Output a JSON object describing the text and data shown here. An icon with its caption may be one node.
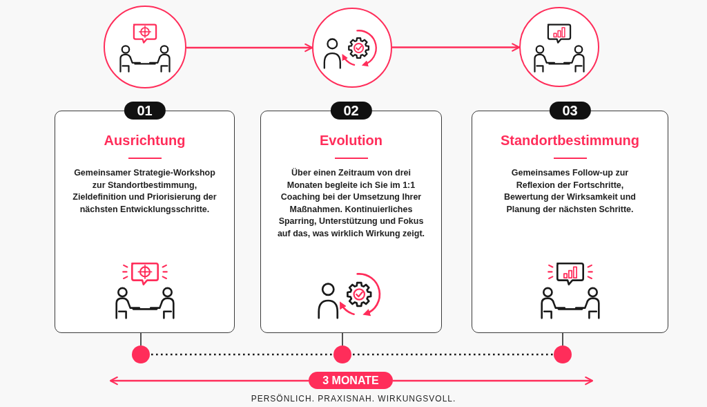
{
  "diagram": {
    "nodes": [
      {
        "text": [],
        "shape": "circle"
      },
      {
        "text": [],
        "shape": "circle"
      },
      {
        "text": [],
        "shape": "circle"
      },
      {
        "text": [
          "01",
          "Ausrichtung",
          "Gemeinsamer Strategie-Workshop zur Standortbestimmung, Zieldefinition und Priorisierung der nächsten Entwicklungsschritte."
        ]
      },
      {
        "text": [
          "02",
          "Evolution",
          "Über einen Zeitraum von drei Monaten begleite ich Sie im 1:1 Coaching bei der Umsetzung Ihrer Maßnahmen. Kontinuierliches Sparring, Unterstützung und Fokus auf das, was wirklich Wirkung zeigt."
        ]
      },
      {
        "text": [
          "03",
          "Standortbestimmung",
          "Gemeinsames Follow-up zur Reflexion der Fortschritte, Bewertung der Wirksamkeit und Planung der nächsten Schritte."
        ]
      },
      {
        "text": [],
        "shape": "circle"
      },
      {
        "text": [],
        "shape": "circle"
      },
      {
        "text": [],
        "shape": "circle"
      },
      {
        "text": [
          "3 MONATE"
        ]
      }
    ],
    "edges": [
      {
        "from": 0,
        "to": 1,
        "arrow": "to",
        "color": "#ff2d5a"
      },
      {
        "from": 1,
        "to": 2,
        "arrow": "to",
        "color": "#ff2d5a"
      },
      {
        "from": 3,
        "to": 6,
        "arrow": "none"
      },
      {
        "from": 4,
        "to": 7,
        "arrow": "none"
      },
      {
        "from": 5,
        "to": 8,
        "arrow": "none"
      },
      {
        "from": 6,
        "to": 7,
        "arrow": "none",
        "style": "dashed"
      },
      {
        "from": 7,
        "to": 8,
        "arrow": "none",
        "style": "dashed"
      },
      {
        "from": 9,
        "to": null,
        "arrow": "to",
        "color": "#ff2d5a"
      },
      {
        "from": 9,
        "to": null,
        "arrow": "to",
        "color": "#ff2d5a"
      }
    ],
    "labels": [
      "PERSÖNLICH. PRAXISNAH. WIRKUNGSVOLL."
    ]
  }
}
